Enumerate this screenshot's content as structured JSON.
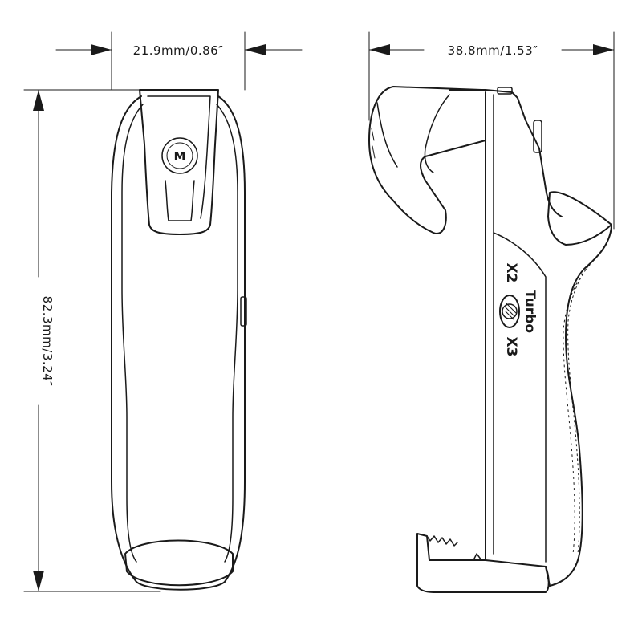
{
  "dimensions": {
    "front_width": "21.9mm/0.86″",
    "side_width": "38.8mm/1.53″",
    "height": "82.3mm/3.24″"
  },
  "side_labels": {
    "x2": "X2",
    "turbo": "Turbo",
    "x3": "X3"
  },
  "logo_letter": "M",
  "colors": {
    "stroke": "#1a1a1a",
    "background": "#ffffff"
  }
}
